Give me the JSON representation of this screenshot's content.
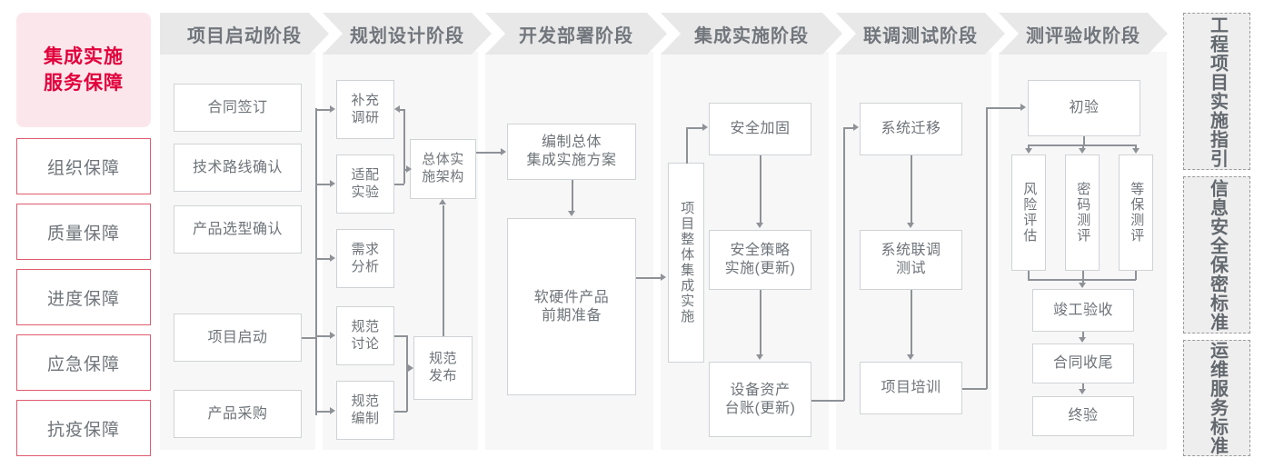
{
  "sidebar": {
    "title": "集成实施\n服务保障",
    "title_color": "#e2003c",
    "items": [
      {
        "label": "组织保障"
      },
      {
        "label": "质量保障"
      },
      {
        "label": "进度保障"
      },
      {
        "label": "应急保障"
      },
      {
        "label": "抗疫保障"
      }
    ]
  },
  "phases": [
    {
      "id": "start",
      "label": "项目启动阶段"
    },
    {
      "id": "planning",
      "label": "规划设计阶段"
    },
    {
      "id": "develop",
      "label": "开发部署阶段"
    },
    {
      "id": "integrate",
      "label": "集成实施阶段"
    },
    {
      "id": "joint_test",
      "label": "联调测试阶段"
    },
    {
      "id": "acceptance",
      "label": "测评验收阶段"
    }
  ],
  "nodes": {
    "contract_sign": "合同签订",
    "tech_route": "技术路线确认",
    "product_select": "产品选型确认",
    "project_kickoff": "项目启动",
    "product_purchase": "产品采购",
    "supplement_research": "补充\n调研",
    "adapt_test": "适配\n实验",
    "req_analysis": "需求\n分析",
    "spec_discuss": "规范\n讨论",
    "spec_draft": "规范\n编制",
    "overall_arch": "总体实\n施架构",
    "spec_release": "规范\n发布",
    "compile_plan": "编制总体\n集成实施方案",
    "hw_sw_prepare": "软硬件产品\n前期准备",
    "overall_integration": "项目整体集成实施",
    "security_harden": "安全加固",
    "security_policy": "安全策略\n实施(更新)",
    "asset_ledger": "设备资产\n台账(更新)",
    "system_migrate": "系统迁移",
    "joint_debug_test": "系统联调\n测试",
    "project_training": "项目培训",
    "initial_accept": "初验",
    "risk_assess": "风险评估",
    "crypto_eval": "密码测评",
    "grade_protect_eval": "等保测评",
    "completion_accept": "竣工验收",
    "contract_close": "合同收尾",
    "final_accept": "终验"
  },
  "standards": [
    {
      "id": "eng_guide",
      "label": "工程项目实施指引"
    },
    {
      "id": "sec_std",
      "label": "信息安全保密标准"
    },
    {
      "id": "ops_std",
      "label": "运维服务标准"
    }
  ],
  "colors": {
    "accent_red": "#e2003c",
    "sidebar_item_border": "#e05a6e",
    "title_bg": "#fbe7eb",
    "phase_header_bg": "#e8e8e8",
    "phase_header_text": "#71767c",
    "column_bg": "#f7f7f7",
    "node_border": "#cfd3d6",
    "node_text": "#6e7479",
    "connector": "#8e9297",
    "standard_bg": "#eeeeee",
    "standard_border": "#9a9a9a"
  }
}
